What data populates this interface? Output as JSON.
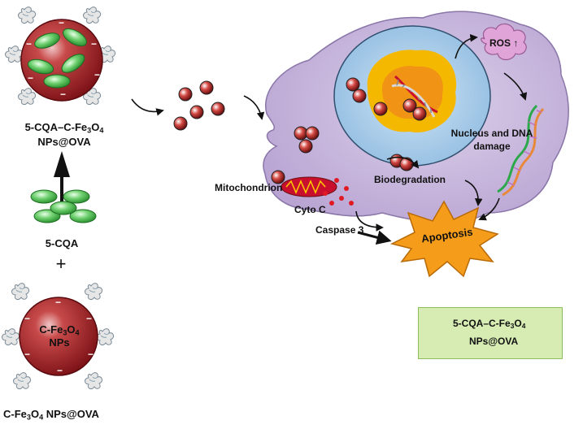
{
  "labels": {
    "top_np_line1": "5-CQA–C-Fe",
    "top_np_sub3": "3",
    "top_np_o": "O",
    "top_np_sub4": "4",
    "top_np_line2": "NPs@OVA",
    "cqa": "5-CQA",
    "plus": "+",
    "bottom_np_inner1": "C-Fe",
    "bottom_np_inner_sub3": "3",
    "bottom_np_inner_o": "O",
    "bottom_np_inner_sub4": "4",
    "bottom_np_inner2": "NPs",
    "bottom_caption_a": "C-Fe",
    "bottom_caption_sub3": "3",
    "bottom_caption_o": "O",
    "bottom_caption_sub4": "4",
    "bottom_caption_b": " NPs@OVA",
    "ros": "ROS",
    "nucleus_dna": "Nucleus and DNA",
    "damage": "damage",
    "mitochondrion": "Mitochondrion",
    "biodegradation": "Biodegradation",
    "cyto_c": "Cyto C",
    "caspase": "Caspase 3",
    "apoptosis": "Apoptosis"
  },
  "legend": {
    "line1_a": "5-CQA–C-Fe",
    "line1_sub3": "3",
    "line1_o": "O",
    "line1_sub4": "4",
    "line2": "NPs@OVA"
  },
  "colors": {
    "nanoparticle": "#a8242a",
    "cqa_capsule": "#5cbf5c",
    "cell": "#c8b6dc",
    "nucleus": "#9ec6e6",
    "nucleolus": "#f5b800",
    "apoptosis_burst": "#f59c1a",
    "legend_bg": "#d6ecb3"
  }
}
